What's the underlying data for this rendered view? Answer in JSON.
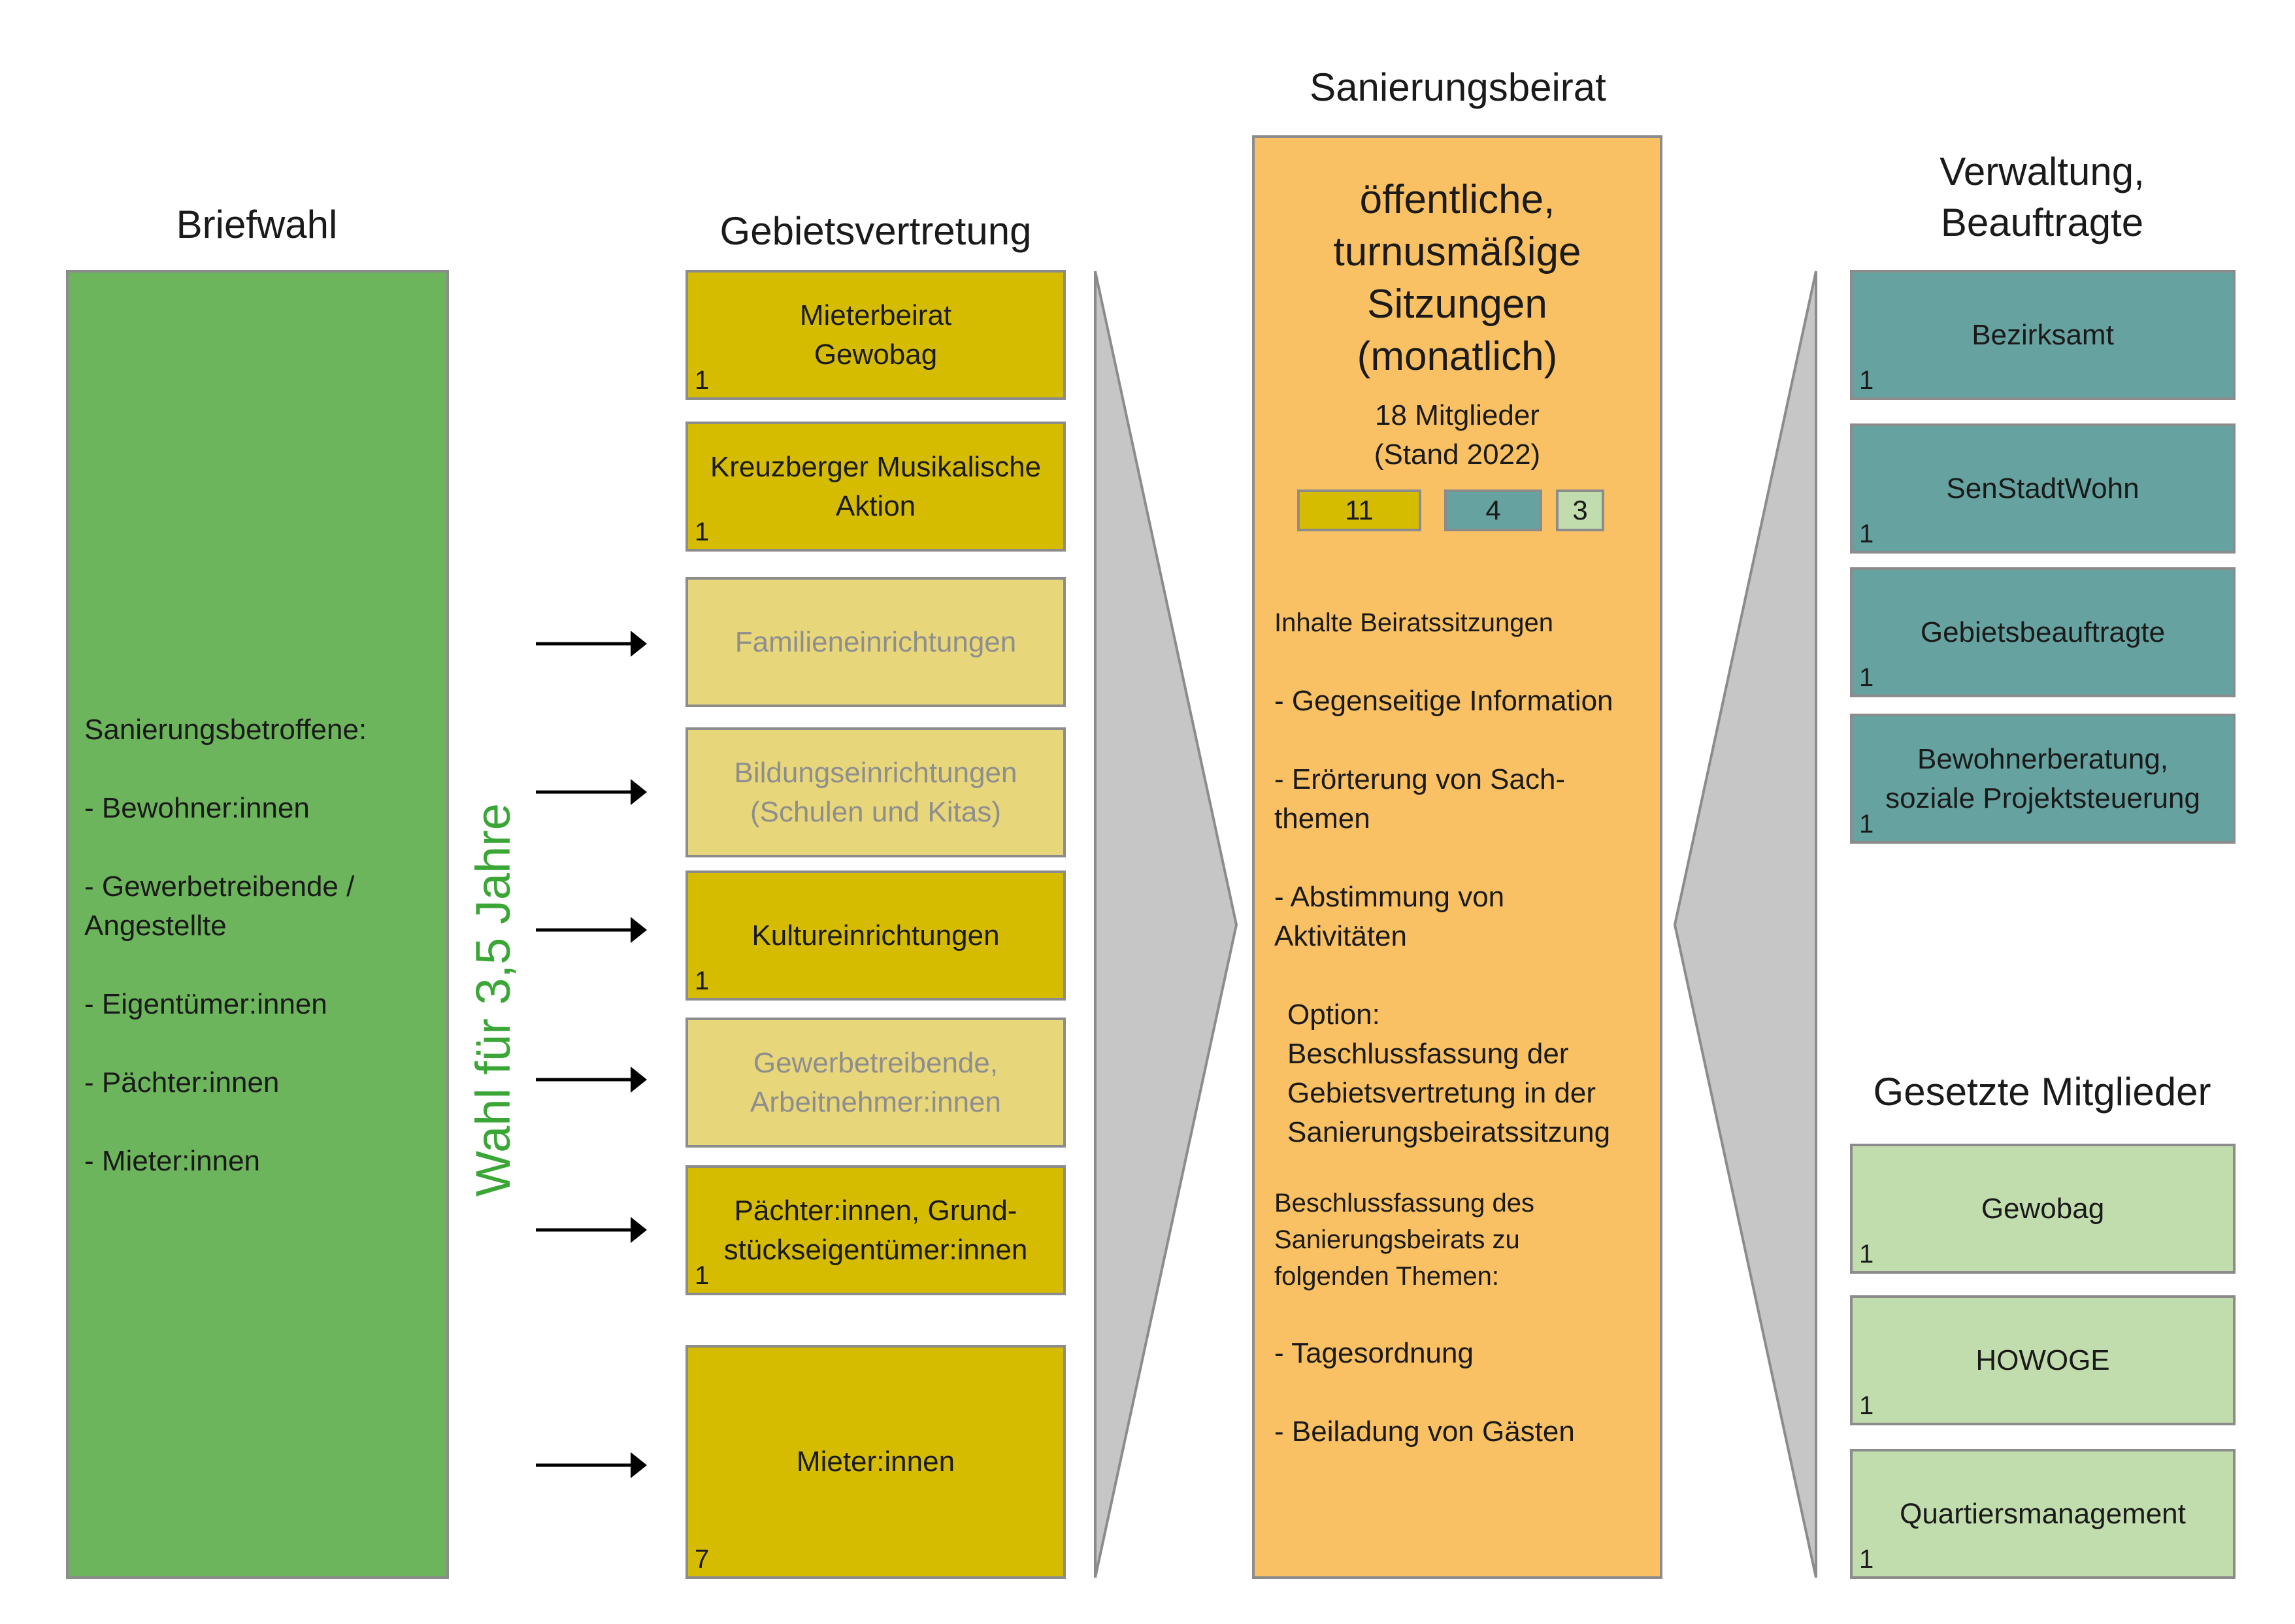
{
  "briefwahl": {
    "heading": "Briefwahl",
    "intro": "Sanierungsbetroffene:",
    "items": [
      "- Bewohner:innen",
      "- Gewerbetreibende /\n  Angestellte",
      "- Eigentümer:innen",
      "- Pächter:innen",
      "- Mieter:innen"
    ],
    "color": "#6db55c"
  },
  "election_label": "Wahl für 3,5 Jahre",
  "election_color": "#3aa635",
  "gebietsvertretung": {
    "heading": "Gebietsvertretung",
    "groups": [
      {
        "label": "Mieterbeirat\nGewobag",
        "count": "1",
        "active": true
      },
      {
        "label": "Kreuzberger Musikalische\nAktion",
        "count": "1",
        "active": true
      },
      {
        "label": "Familieneinrichtungen",
        "count": "",
        "active": false
      },
      {
        "label": "Bildungseinrichtungen\n(Schulen und Kitas)",
        "count": "",
        "active": false
      },
      {
        "label": "Kultureinrichtungen",
        "count": "1",
        "active": true
      },
      {
        "label": "Gewerbetreibende,\nArbeitnehmer:innen",
        "count": "",
        "active": false
      },
      {
        "label": "Pächter:innen, Grund-\nstückseigentümer:innen",
        "count": "1",
        "active": true
      },
      {
        "label": "Mieter:innen",
        "count": "7",
        "active": true
      }
    ]
  },
  "sanierungsbeirat": {
    "heading": "Sanierungsbeirat",
    "title": "öffentliche,\nturnusmäßige\nSitzungen\n(monatlich)",
    "members": "18 Mitglieder\n(Stand 2022)",
    "counts": [
      "11",
      "4",
      "3"
    ],
    "content_heading": "Inhalte Beiratssitzungen",
    "content_items": [
      "- Gegenseitige Information",
      "- Erörterung von Sach-\n  themen",
      "- Abstimmung von\n  Aktivitäten"
    ],
    "option": "Option:\nBeschlussfassung der\nGebietsvertretung in der\nSanierungsbeiratssitzung",
    "decision_heading": "Beschlussfassung des\nSanierungsbeirats zu\nfolgenden Themen:",
    "decision_items": [
      "- Tagesordnung",
      "- Beiladung von Gästen"
    ],
    "color": "#f9c163"
  },
  "verwaltung": {
    "heading": "Verwaltung,\nBeauftragte",
    "items": [
      {
        "label": "Bezirksamt",
        "count": "1"
      },
      {
        "label": "SenStadtWohn",
        "count": "1"
      },
      {
        "label": "Gebietsbeauftragte",
        "count": "1"
      },
      {
        "label": "Bewohnerberatung,\nsoziale Projektsteuerung",
        "count": "1"
      }
    ]
  },
  "gesetzte_mitglieder": {
    "heading": "Gesetzte Mitglieder",
    "items": [
      {
        "label": "Gewobag",
        "count": "1"
      },
      {
        "label": "HOWOGE",
        "count": "1"
      },
      {
        "label": "Quartiersmanagement",
        "count": "1"
      }
    ]
  }
}
